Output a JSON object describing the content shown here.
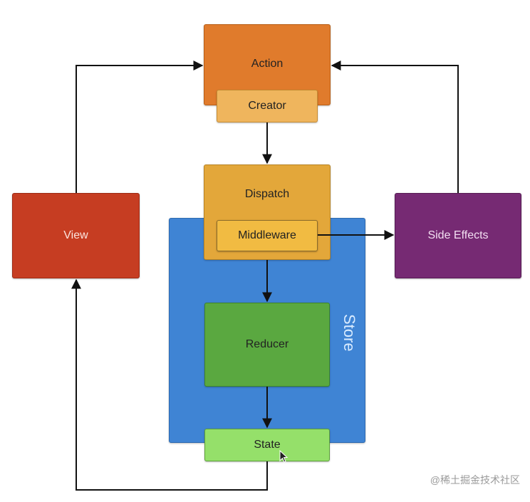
{
  "diagram": {
    "nodes": {
      "action": "Action",
      "creator": "Creator",
      "dispatch": "Dispatch",
      "middleware": "Middleware",
      "reducer": "Reducer",
      "state": "State",
      "store": "Store",
      "view": "View",
      "side_effects": "Side Effects"
    },
    "edges": [
      {
        "from": "creator",
        "to": "dispatch"
      },
      {
        "from": "dispatch",
        "to": "reducer"
      },
      {
        "from": "reducer",
        "to": "state"
      },
      {
        "from": "state",
        "to": "view"
      },
      {
        "from": "view",
        "to": "action"
      },
      {
        "from": "middleware",
        "to": "side_effects"
      },
      {
        "from": "side_effects",
        "to": "action"
      }
    ]
  },
  "watermark": "@稀土掘金技术社区",
  "colors": {
    "action": "#e07b2c",
    "creator": "#efb55d",
    "dispatch": "#e3a73a",
    "middleware": "#f1bb42",
    "store": "#3f84d4",
    "reducer": "#5aa840",
    "state": "#95e06a",
    "view": "#c63d22",
    "side_effects": "#762a73"
  }
}
